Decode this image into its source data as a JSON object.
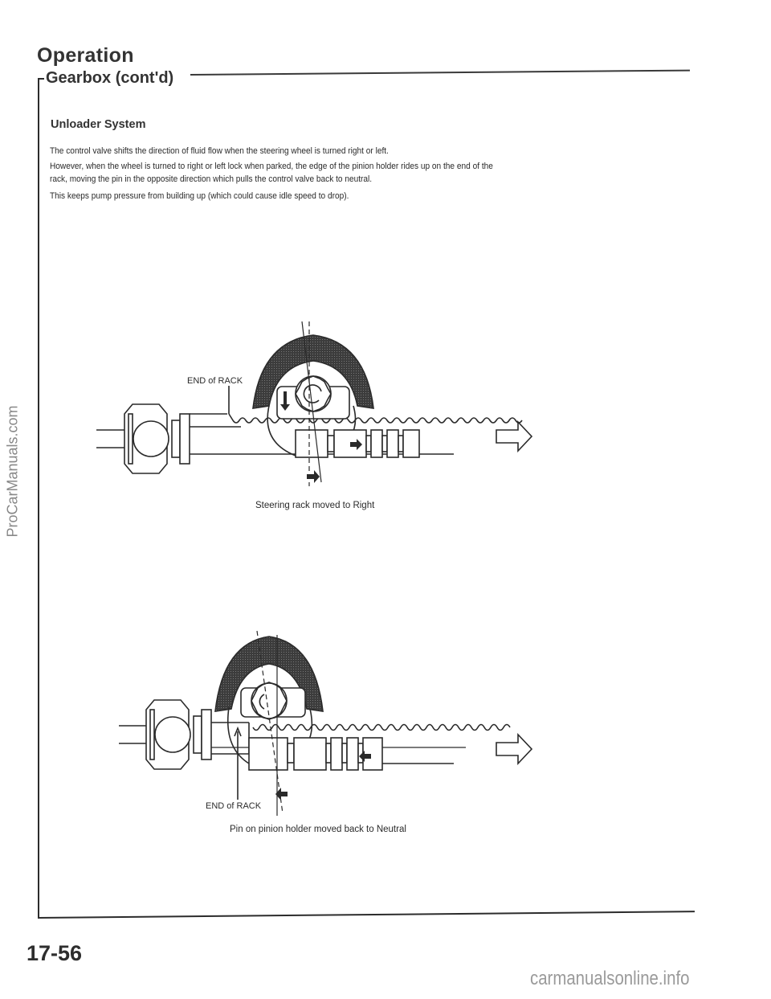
{
  "page": {
    "heading": "Operation",
    "section_title": "Gearbox (cont'd)",
    "subsection_title": "Unloader System",
    "paragraphs": [
      "The control valve shifts the direction of fluid flow when the steering wheel is turned right or left.",
      "However, when the wheel is turned to right or left lock when parked, the edge of the pinion holder rides up on the end of the",
      "rack, moving the pin in the opposite direction which pulls the control valve back to neutral.",
      "This keeps pump pressure from building up (which could cause idle speed to drop)."
    ],
    "page_number": "17-56"
  },
  "diagrams": [
    {
      "label": "END of RACK",
      "caption": "Steering rack moved to Right"
    },
    {
      "label": "END of RACK",
      "caption": "Pin on pinion holder moved back to Neutral"
    }
  ],
  "watermarks": {
    "side": "ProCarManuals.com",
    "bottom": "carmanualsonline.info"
  }
}
